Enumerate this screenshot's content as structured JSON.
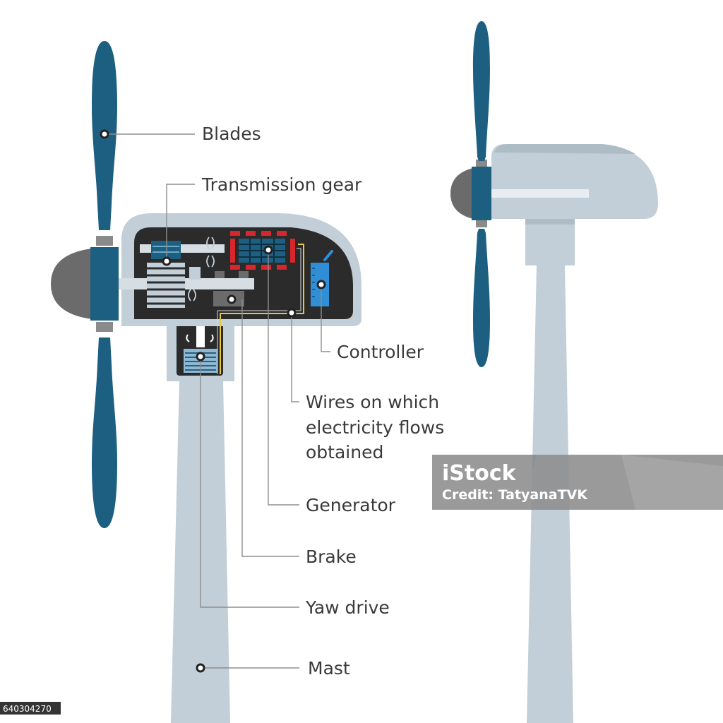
{
  "labels": {
    "blades": "Blades",
    "transmission_gear": "Transmission gear",
    "controller": "Controller",
    "wires_line1": "Wires on which",
    "wires_line2": "electricity flows",
    "wires_line3": "obtained",
    "generator": "Generator",
    "brake": "Brake",
    "yaw_drive": "Yaw drive",
    "mast": "Mast"
  },
  "watermark": {
    "brand": "iStock",
    "credit": "Credit: TatyanaTVK"
  },
  "image_id": "640304270",
  "colors": {
    "blade": "#1d5f80",
    "hub": "#6b6b6b",
    "housing": "#c2cfd8",
    "interior": "#2b2b2b",
    "controller": "#2f8ed6",
    "generator_magnets": "#d9262c",
    "wires": "#e6c83a"
  }
}
